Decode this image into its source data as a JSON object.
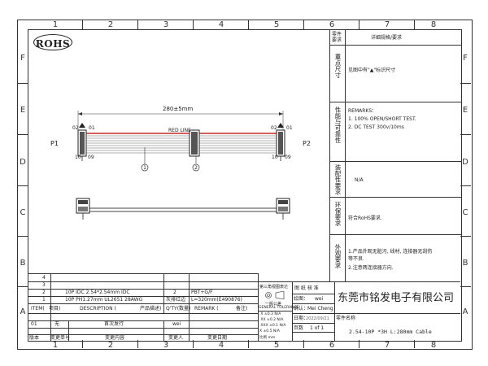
{
  "title_block": {
    "rohs_logo": "ROHS",
    "grid_numbers": [
      "1",
      "2",
      "3",
      "4",
      "5",
      "6",
      "7",
      "8"
    ],
    "grid_letters": [
      "F",
      "E",
      "D",
      "C",
      "B",
      "A"
    ]
  },
  "drawing": {
    "dim_length": "280±5mm",
    "p1": "P1",
    "p2": "P2",
    "red_line": "RED LINE",
    "pin_02_left": "02",
    "pin_01_left": "01",
    "pin_10_left": "10",
    "pin_09_left": "09",
    "pin_02_right": "02",
    "pin_01_right": "01",
    "pin_10_right": "10",
    "pin_09_right": "09",
    "balloon_1": "1",
    "balloon_2": "2"
  },
  "specs": {
    "header_left": "零件\n要求",
    "header_right": "详细规格/要求",
    "rows": [
      {
        "label": "重点尺寸",
        "value": "见图中有\"▲\"标识尺寸"
      },
      {
        "label": "性能与可靠性",
        "value_lines": [
          "REMARKS：",
          "1. 100% OPEN/SHORT TEST.",
          "2. DC TEST 300v/10ms"
        ]
      },
      {
        "label": "装配性要求",
        "value": "N/A"
      },
      {
        "label": "环保要求",
        "value": "符合RoHS要求."
      },
      {
        "label": "外观要求",
        "value_lines": [
          "1.产品外观无脏污, 线材, 连接器无刮伤",
          "等不良.",
          "2.注意两连接器方向."
        ]
      }
    ]
  },
  "bom": {
    "rows": [
      {
        "item": "4",
        "desc": "",
        "qty": "",
        "remark": ""
      },
      {
        "item": "3",
        "desc": "",
        "qty": "",
        "remark": ""
      },
      {
        "item": "2",
        "desc": "10P  IDC  2.54*2.54mm  IDC",
        "qty": "2",
        "remark": "PBT+G/F"
      },
      {
        "item": "1",
        "desc": "10P  PH1.27mm  UL2651  28AWG",
        "qty": "灰排红边",
        "remark": "L=320mm(E490876)"
      }
    ],
    "header": {
      "item": "ITEM(",
      "desc": "DESCRIPTION (",
      "desc_cn": "产品描述)",
      "qty": "Q'TY(数量)",
      "remark": "REMARK (",
      "remark_cn": "备注)",
      "item_cn": "项目)"
    },
    "rev_row": {
      "rev": "01",
      "mark": "无",
      "content": "首次发行",
      "who": "wei"
    },
    "rev_header": {
      "ver": "版本",
      "mark": "变更单号",
      "content": "变更内容",
      "who": "变更人",
      "date": "变更日期"
    }
  },
  "tolerance": {
    "title": "第三角视图表达",
    "sub": "一般公差",
    "label": "GENERAL TOLERANCE",
    "rows": [
      {
        "k": ".X",
        "v": "±0.3",
        "n": "N/A"
      },
      {
        "k": ".XX",
        "v": "±0.2",
        "n": "N/A"
      },
      {
        "k": ".XXX",
        "v": "±0.1",
        "n": "N/A"
      },
      {
        "k": "X",
        "v": "±0.5",
        "n": "N/A"
      }
    ],
    "scale_label": "比例",
    "unit": "mm"
  },
  "approval": {
    "row1": "图  纸  核  准",
    "drawn_label": "绘图：",
    "drawn_value": "wei",
    "check_label": "确认：",
    "check_value": "Mei Cheng",
    "date_label": "日期：",
    "date_value": "2022/09/21",
    "sheet_label": "页数",
    "sheet_value": "1 of 1"
  },
  "company": {
    "name": "东莞市铭发电子有限公司",
    "part_label": "零件名称",
    "part_name": "2.54-10P *3H L:280mm Cable"
  }
}
